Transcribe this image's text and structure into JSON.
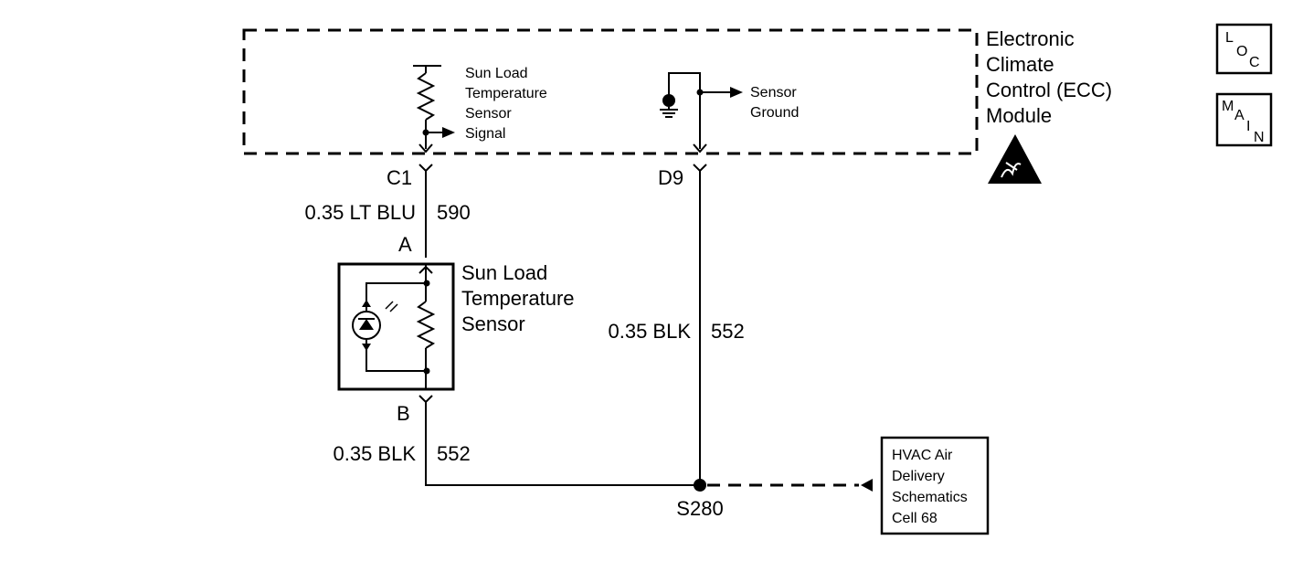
{
  "module": {
    "title_lines": [
      "Electronic",
      "Climate",
      "Control (ECC)",
      "Module"
    ],
    "sun_load_signal_lines": [
      "Sun Load",
      "Temperature",
      "Sensor",
      "Signal"
    ],
    "sensor_ground_lines": [
      "Sensor",
      "Ground"
    ]
  },
  "connectors": {
    "c1": "C1",
    "d9": "D9",
    "a": "A",
    "b": "B",
    "splice": "S280"
  },
  "wires": {
    "lt_blu_size_color": "0.35 LT BLU",
    "lt_blu_circuit": "590",
    "blk_right_size_color": "0.35 BLK",
    "blk_right_circuit": "552",
    "blk_left_size_color": "0.35 BLK",
    "blk_left_circuit": "552"
  },
  "sensor": {
    "name_lines": [
      "Sun Load",
      "Temperature",
      "Sensor"
    ]
  },
  "reference_box": {
    "lines": [
      "HVAC Air",
      "Delivery",
      "Schematics",
      "Cell 68"
    ]
  },
  "nav": {
    "loc": {
      "l": "L",
      "o": "O",
      "c": "C"
    },
    "main": {
      "m": "M",
      "a": "A",
      "i": "I",
      "n": "N"
    }
  }
}
